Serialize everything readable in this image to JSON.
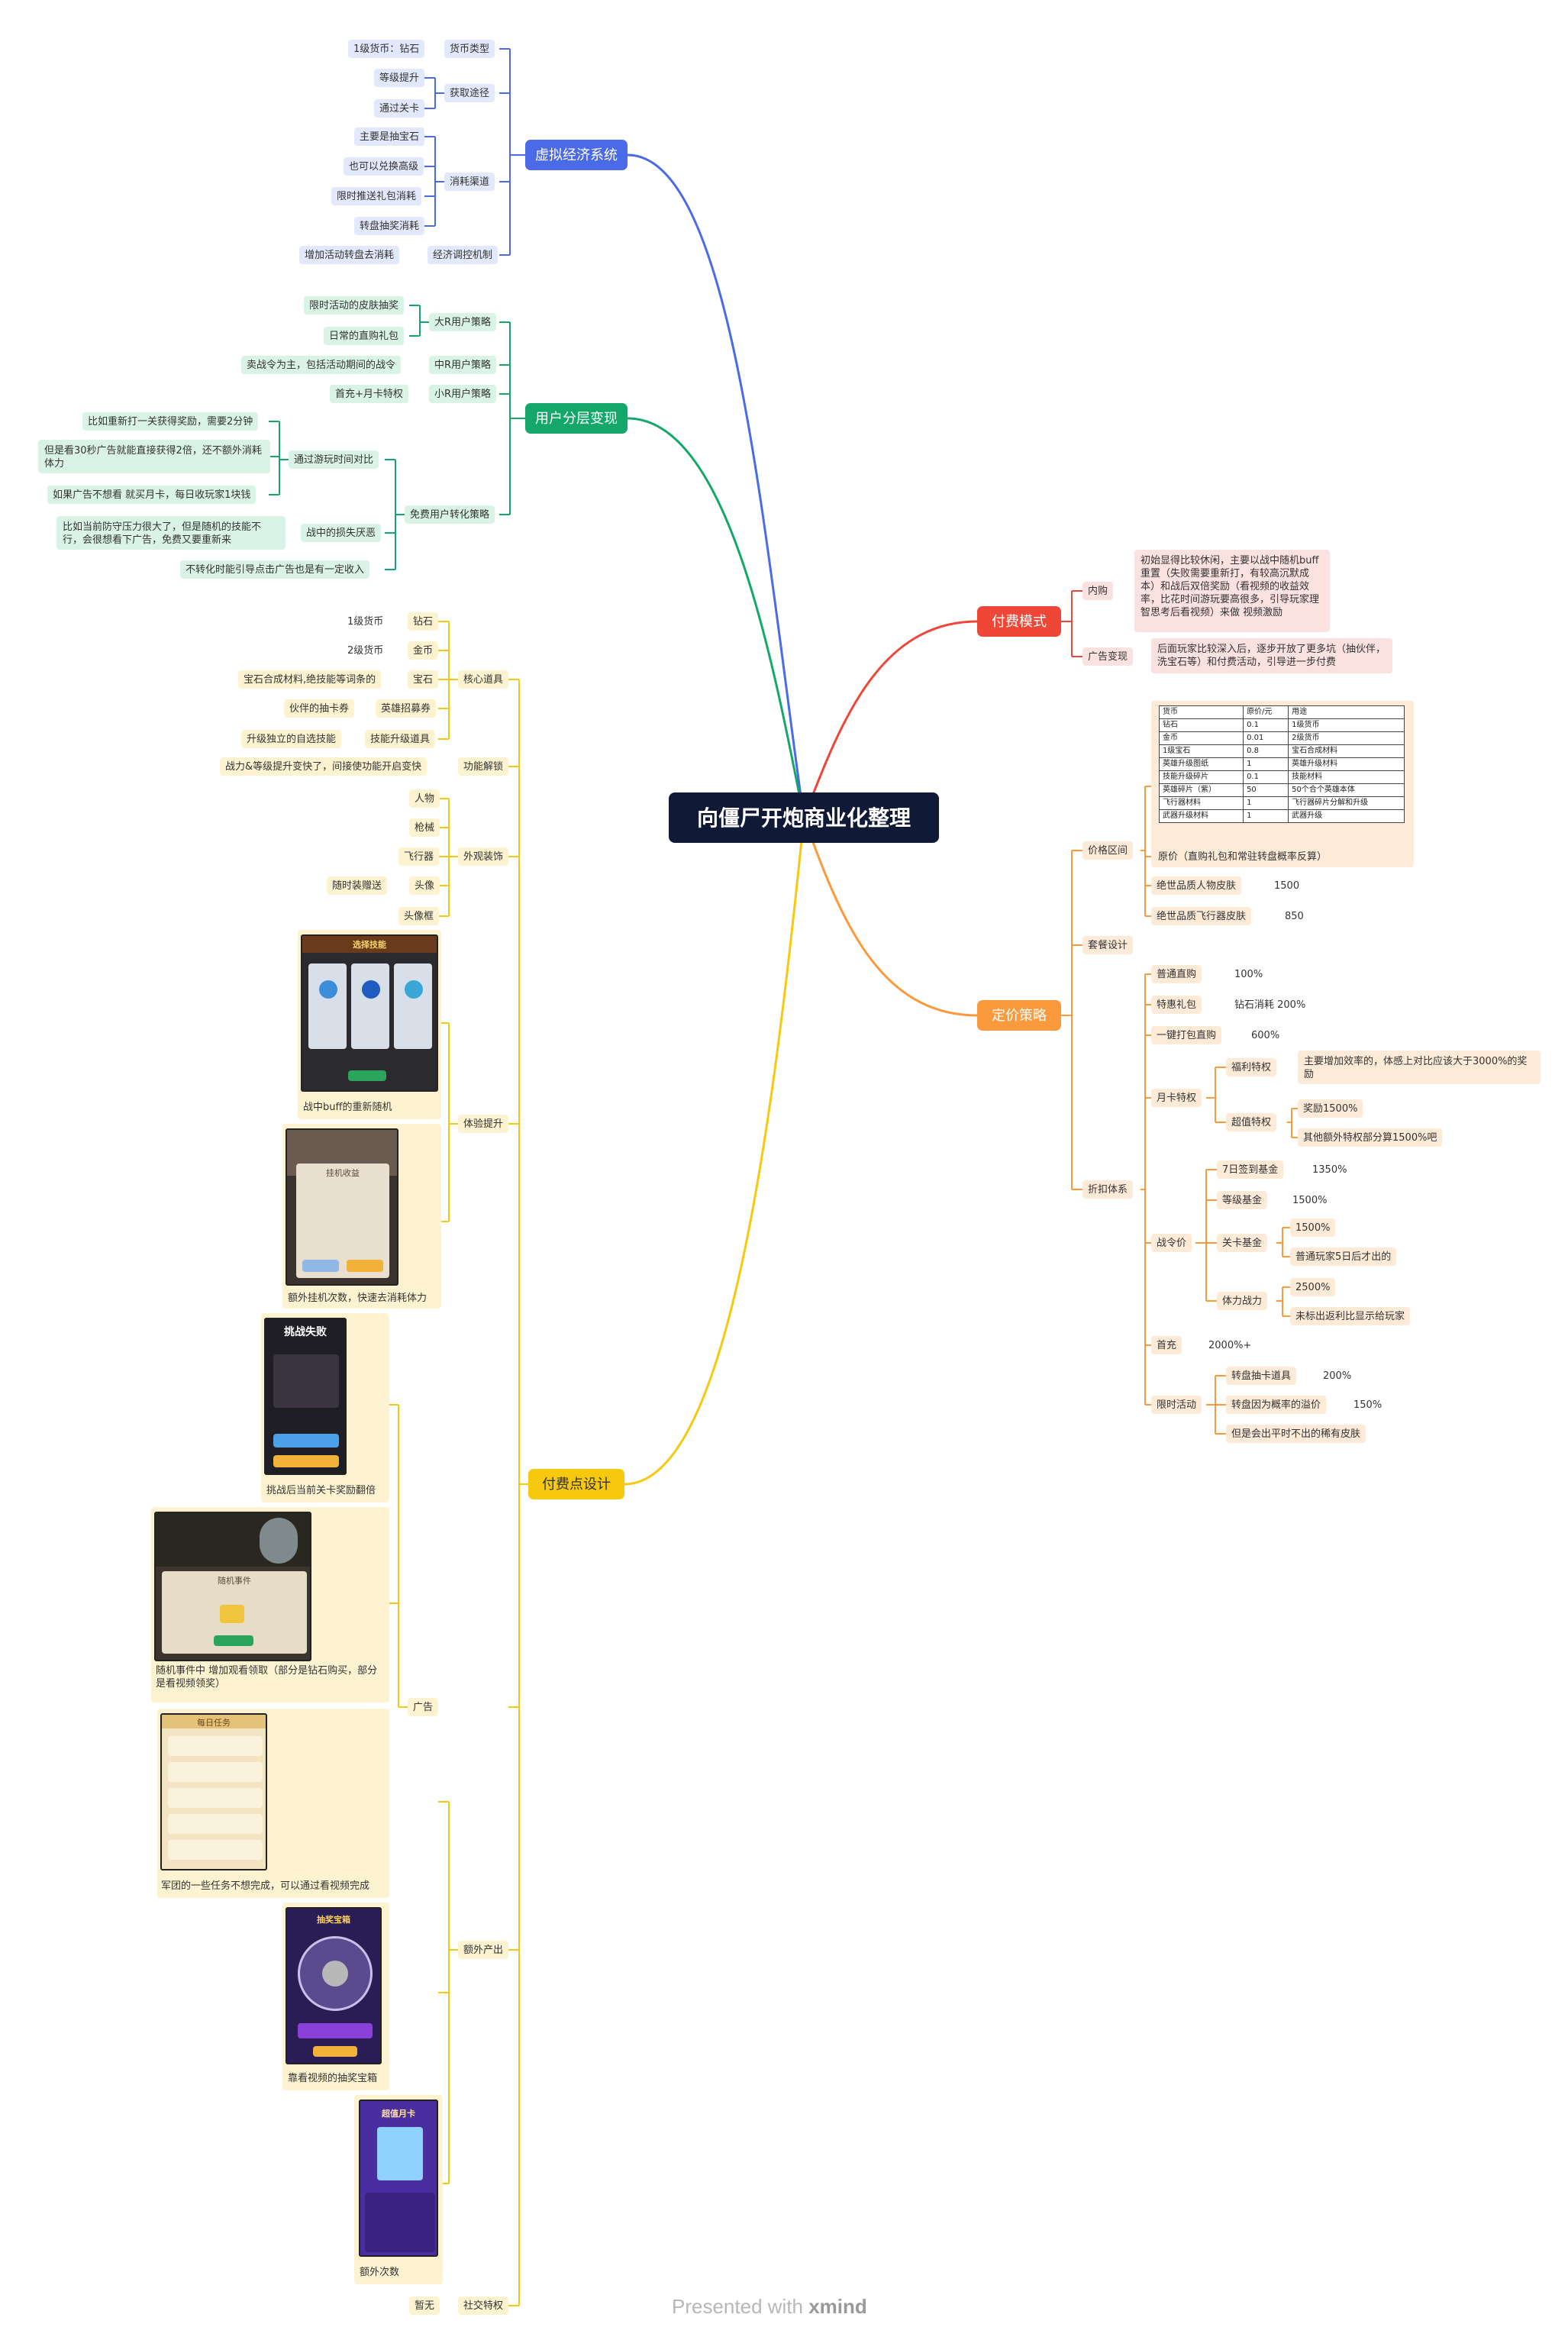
{
  "root": "向僵尸开炮商业化整理",
  "footer": {
    "prefix": "Presented with",
    "brand": "xmind"
  },
  "colors": {
    "blue": "#4a6ae8",
    "green": "#13a86a",
    "yellow": "#f6c90e",
    "red": "#ee4637",
    "orange": "#fa9a3c"
  },
  "economy": {
    "title": "虚拟经济系统",
    "currency_type": "货币类型",
    "currency_1": "1级货币：钻石",
    "obtain": "获取途径",
    "obtain_1": "等级提升",
    "obtain_2": "通过关卡",
    "consume": "消耗渠道",
    "consume_1": "主要是抽宝石",
    "consume_2": "也可以兑换高级",
    "consume_3": "限时推送礼包消耗",
    "consume_4": "转盘抽奖消耗",
    "control": "经济调控机制",
    "control_1": "增加活动转盘去消耗"
  },
  "layers": {
    "title": "用户分层变现",
    "big_r": "大R用户策略",
    "big_r_1": "限时活动的皮肤抽奖",
    "big_r_2": "日常的直购礼包",
    "mid_r": "中R用户策略",
    "mid_r_1": "卖战令为主，包括活动期间的战令",
    "small_r": "小R用户策略",
    "small_r_1": "首充+月卡特权",
    "free": "免费用户转化策略",
    "time": "通过游玩时间对比",
    "time_1": "比如重新打一关获得奖励，需要2分钟",
    "time_2": "但是看30秒广告就能直接获得2倍，还不额外消耗体力",
    "time_3": "如果广告不想看 就买月卡，每日收玩家1块钱",
    "loss": "战中的损失厌恶",
    "loss_1": "比如当前防守压力很大了，但是随机的技能不行，会很想看下广告，免费又要重新来",
    "free_3": "不转化时能引导点击广告也是有一定收入"
  },
  "pay_points": {
    "title": "付费点设计",
    "core": "核心道具",
    "core_1": "钻石",
    "core_1_d": "1级货币",
    "core_2": "金币",
    "core_2_d": "2级货币",
    "core_3": "宝石",
    "core_3_d": "宝石合成材料,绝技能等词条的",
    "core_4": "英雄招募券",
    "core_4_d": "伙伴的抽卡券",
    "core_5": "技能升级道具",
    "core_5_d": "升级独立的自选技能",
    "unlock": "功能解锁",
    "unlock_d": "战力&等级提升变快了，间接使功能开启变快",
    "skins": "外观装饰",
    "skin_1": "人物",
    "skin_2": "枪械",
    "skin_3": "飞行器",
    "skin_4": "头像",
    "skin_4_d": "随时装赠送",
    "skin_5": "头像框",
    "exp": "体验提升",
    "exp_1": "战中buff的重新随机",
    "exp_2": "额外挂机次数，快速去消耗体力",
    "ads": "广告",
    "ads_1": "挑战后当前关卡奖励翻倍",
    "ads_2": "随机事件中 增加观看领取（部分是钻石购买，部分是看视频领奖）",
    "extra": "额外产出",
    "extra_1": "军团的一些任务不想完成，可以通过看视频完成",
    "extra_2": "靠看视频的抽奖宝箱",
    "extra_3": "额外次数",
    "social": "社交特权",
    "social_1": "暂无"
  },
  "pay_mode": {
    "title": "付费模式",
    "iap": "内购",
    "iap_1": "初始显得比较休闲，主要以战中随机buff重置（失败需要重新打，有较高沉默成本）和战后双倍奖励（看视频的收益效率，比花时间游玩要高很多，引导玩家理智思考后看视频）来做 视频激励",
    "ad": "广告变现",
    "ad_1": "后面玩家比较深入后，逐步开放了更多坑（抽伙伴，洗宝石等）和付费活动，引导进一步付费"
  },
  "pricing": {
    "title": "定价策略",
    "range": "价格区间",
    "range_1": "原价（直购礼包和常驻转盘概率反算）",
    "range_2": "绝世品质人物皮肤",
    "range_2_v": "1500",
    "range_3": "绝世品质飞行器皮肤",
    "range_3_v": "850",
    "package": "套餐设计",
    "discount": "折扣体系",
    "d_direct": "普通直购",
    "d_direct_v": "100%",
    "d_special": "特惠礼包",
    "d_special_v": "钻石消耗 200%",
    "d_oneclick": "一键打包直购",
    "d_oneclick_v": "600%",
    "d_month": "月卡特权",
    "d_welfare": "福利特权",
    "d_welfare_v": "主要增加效率的，体感上对比应该大于3000%的奖励",
    "d_super": "超值特权",
    "d_super_v1": "奖励1500%",
    "d_super_v2": "其他额外特权部分算1500%吧",
    "d_pass": "战令价",
    "d_7day": "7日签到基金",
    "d_7day_v": "1350%",
    "d_level": "等级基金",
    "d_level_v": "1500%",
    "d_stage": "关卡基金",
    "d_stage_v1": "1500%",
    "d_stage_v2": "普通玩家5日后才出的",
    "d_stamina": "体力战力",
    "d_stamina_v1": "2500%",
    "d_stamina_v2": "未标出返利比显示给玩家",
    "d_first": "首充",
    "d_first_v": "2000%+",
    "d_limited": "限时活动",
    "d_lim_1": "转盘抽卡道具",
    "d_lim_1_v": "200%",
    "d_lim_2": "转盘因为概率的溢价",
    "d_lim_2_v": "150%",
    "d_lim_3": "但是会出平时不出的稀有皮肤"
  },
  "price_table": {
    "headers": [
      "货币",
      "原价/元",
      "用途"
    ],
    "rows": [
      [
        "钻石",
        "0.1",
        "1级货币"
      ],
      [
        "金币",
        "0.01",
        "2级货币"
      ],
      [
        "1级宝石",
        "0.8",
        "宝石合成材料"
      ],
      [
        "英雄升级图纸",
        "1",
        "英雄升级材料"
      ],
      [
        "技能升级碎片",
        "0.1",
        "技能材料"
      ],
      [
        "英雄碎片（紫）",
        "50",
        "50个合个英雄本体"
      ],
      [
        "飞行器材料",
        "1",
        "飞行器碎片分解和升级"
      ],
      [
        "武器升级材料",
        "1",
        "武器升级"
      ]
    ]
  },
  "shots": {
    "s1_title": "选择技能",
    "s2_title": "挂机收益",
    "s3_title": "挑战失败",
    "s4_title": "随机事件",
    "s5_title": "每日任务",
    "s6_title": "抽奖宝箱",
    "s7_title": "超值月卡"
  }
}
